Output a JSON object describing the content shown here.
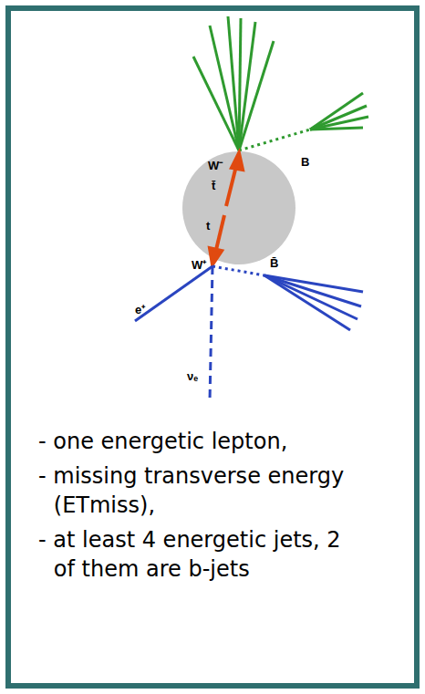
{
  "diagram": {
    "nodes": [
      {
        "text": [
          "- one energetic lepton,",
          "- missing transverse energy (ETmiss),",
          "- at least 4 energetic jets, 2 of them are b-jets"
        ]
      }
    ],
    "labels": [
      "W⁻",
      "B",
      "t̄",
      "t",
      "W⁺",
      "B̄",
      "e⁺",
      "νₑ"
    ]
  }
}
